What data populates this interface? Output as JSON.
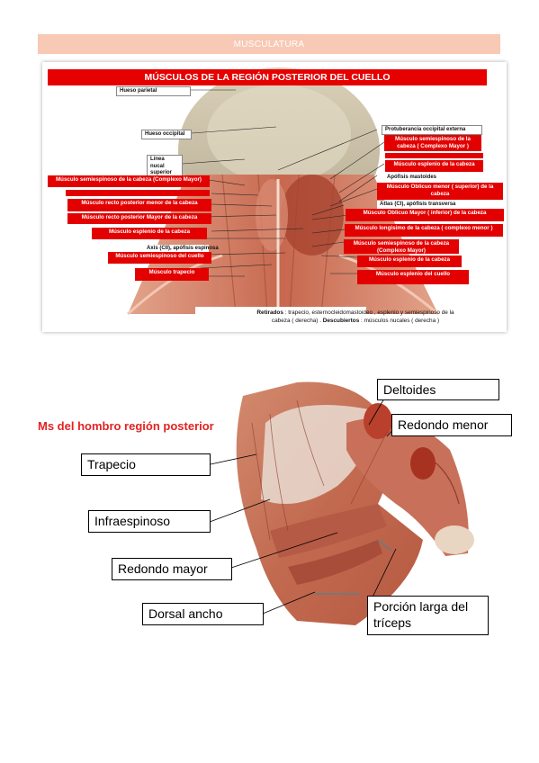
{
  "header": {
    "title": "MUSCULATURA"
  },
  "figure1": {
    "title": "MÚSCULOS DE LA REGIÓN POSTERIOR DEL CUELLO",
    "left_labels": {
      "hueso_parietal": "Hueso parietal",
      "hueso_occipital": "Hueso occipital",
      "linea_nucal": "Línea nucal superior",
      "semiespinoso": "Músculo semiespinoso de la cabeza (Complexo Mayor)",
      "recto_menor": "Músculo recto posterior menor de la cabeza",
      "recto_mayor": "Músculo recto posterior Mayor de la cabeza",
      "esplenio": "Músculo esplenio de la cabeza",
      "axis": "Axis (CII), apófisis espinosa",
      "semiespinoso_cuello": "Músculo semiespinoso del cuello",
      "trapecio": "Músculo trapecio"
    },
    "right_labels": {
      "protuberancia": "Protuberancia occipital externa",
      "semiespinoso": "Músculo semiespinoso de la cabeza ( Complexo Mayor )",
      "esplenio": "Músculo esplenio de la cabeza",
      "mastoides": "Apófisis mastoides",
      "oblicuo_menor": "Músculo Oblicuo menor ( superior) de la cabeza",
      "atlas": "Atlas (CI), apófisis transversa",
      "oblicuo_mayor": "Músculo Oblicuo Mayor ( inferior) de la cabeza",
      "longisimo": "Músculo longisimo de la cabeza ( complexo menor )",
      "semiespinoso2": "Músculo semiespinoso de la cabeza (Complexo Mayor)",
      "esplenio2": "Músculo esplenio de la cabeza",
      "esplenio_cuello": "Músculo esplenio del cuello"
    },
    "note": {
      "retirados_label": "Retirados",
      "retirados_text": ": trapecio, esternocleidomastoideo , esplenio y semiespinoso de la cabeza ( derecha) .",
      "descubiertos_label": "Descubiertos",
      "descubiertos_text": ": músculos nucales ( derecha )"
    }
  },
  "figure2": {
    "heading": "Ms del hombro región posterior",
    "labels": {
      "deltoides": "Deltoides",
      "redondo_menor": "Redondo menor",
      "trapecio": "Trapecio",
      "infraespinoso": "Infraespinoso",
      "redondo_mayor": "Redondo mayor",
      "dorsal_ancho": "Dorsal ancho",
      "triceps": "Porción larga del tríceps"
    }
  },
  "colors": {
    "banner": "#f8c9b4",
    "label_red": "#e30000",
    "heading_red": "#e32222",
    "muscle": "#c7684f"
  }
}
